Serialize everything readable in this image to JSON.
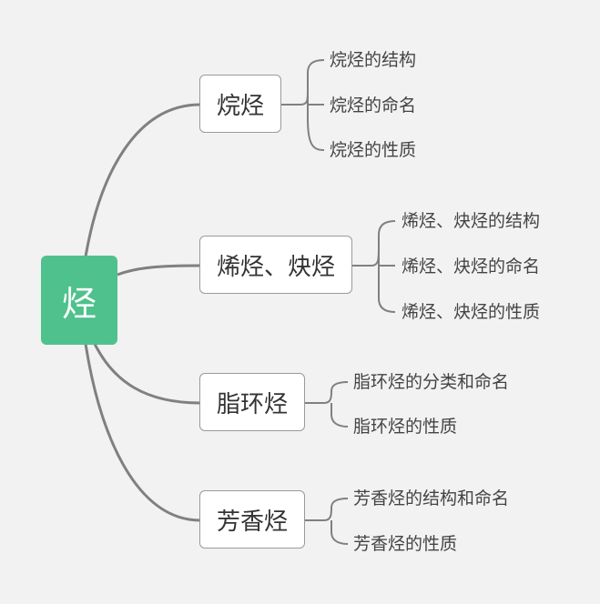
{
  "root": {
    "label": "烃"
  },
  "branches": [
    {
      "label": "烷烃",
      "children": [
        "烷烃的结构",
        "烷烃的命名",
        "烷烃的性质"
      ]
    },
    {
      "label": "烯烃、炔烃",
      "children": [
        "烯烃、炔烃的结构",
        "烯烃、炔烃的命名",
        "烯烃、炔烃的性质"
      ]
    },
    {
      "label": "脂环烃",
      "children": [
        "脂环烃的分类和命名",
        "脂环烃的性质"
      ]
    },
    {
      "label": "芳香烃",
      "children": [
        "芳香烃的结构和命名",
        "芳香烃的性质"
      ]
    }
  ],
  "colors": {
    "root_fill": "#4fc18c",
    "line": "#808080",
    "node_border": "#9a9a9a"
  }
}
